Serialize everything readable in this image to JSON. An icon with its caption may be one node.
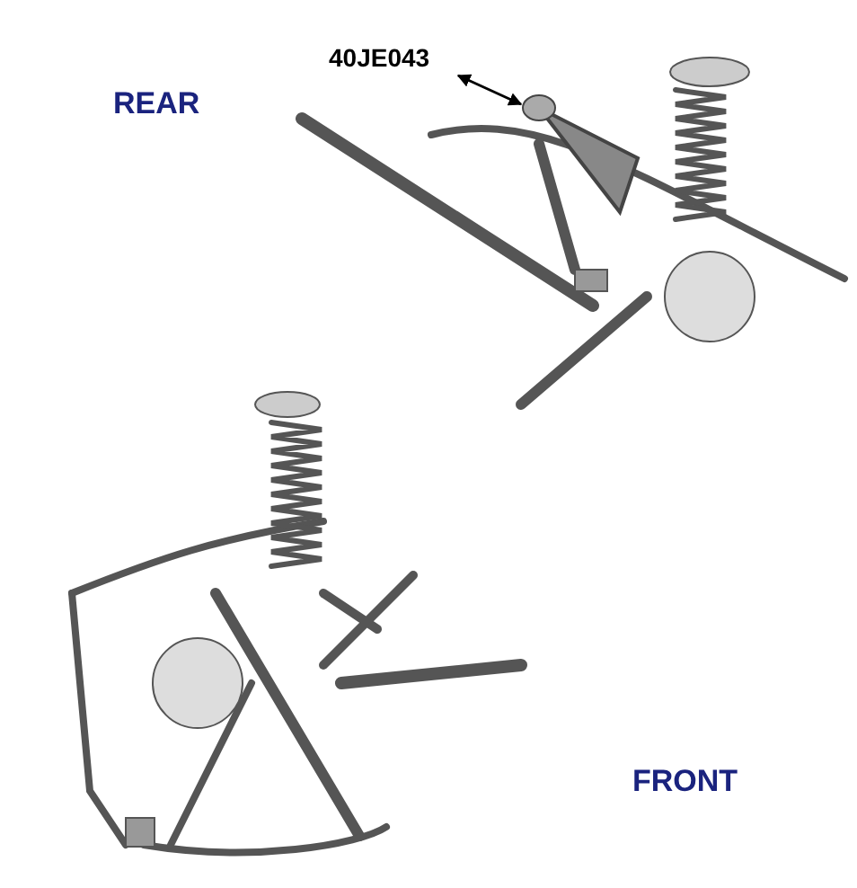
{
  "diagram": {
    "nodes": [
      {
        "text": [
          "40JE043"
        ]
      },
      {
        "text": [],
        "shape": "picture"
      }
    ],
    "edges": [
      {
        "from": 0,
        "to": 1,
        "arrow": "both"
      }
    ],
    "labels": [
      "REAR",
      "FRONT"
    ]
  }
}
